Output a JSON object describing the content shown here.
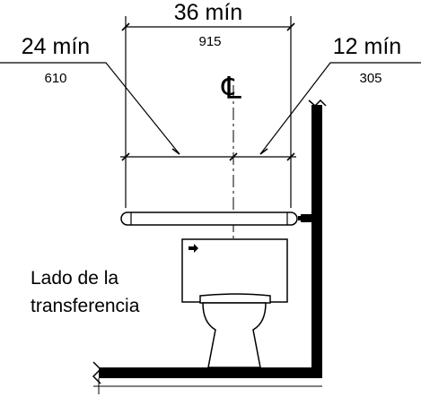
{
  "dimensions": {
    "total": {
      "label": "36 mín",
      "metric": "915"
    },
    "left": {
      "label": "24 mín",
      "metric": "610"
    },
    "right": {
      "label": "12 mín",
      "metric": "305"
    }
  },
  "transfer_side": {
    "line1": "Lado de la",
    "line2": "transferencia"
  },
  "centerline_symbol": "℄"
}
